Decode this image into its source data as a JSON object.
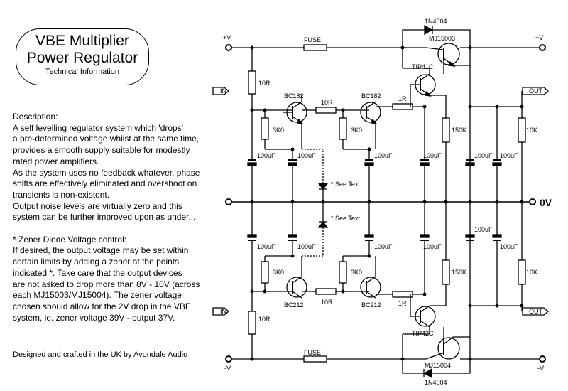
{
  "title": {
    "line1": "VBE Multiplier",
    "line2": "Power Regulator",
    "subtitle": "Technical Information"
  },
  "description": {
    "heading": "Description:",
    "lines": [
      "A self levelling regulator system which 'drops'",
      "a pre-determined voltage whilst at the same time,",
      "provides a smooth supply suitable for modestly",
      "rated power amplifiers.",
      "As the system uses no feedback whatever, phase",
      "shifts are effectively eliminated and overshoot on",
      "transients is non-existent.",
      "Output noise levels are virtually zero and this",
      "system can be further improved upon as under...",
      "",
      "* Zener Diode Voltage control:",
      "If desired, the output voltage may be set within",
      "certain limits by adding a zener at the points",
      "indicated *.  Take care that the output devices",
      "are not asked to drop more than 8V - 10V (across",
      "each MJ15003/MJ15004).  The zener voltage",
      "chosen should allow for the 2V drop in the VBE",
      "system, ie. zener voltage 39V - output 37V."
    ]
  },
  "credit": "Designed and crafted in the UK by Avondale Audio",
  "schematic": {
    "rails": {
      "pos_in": "+V",
      "pos_out": "+V",
      "neg_in": "-V",
      "neg_out": "-V",
      "zero": "0V"
    },
    "ports": {
      "in_top": "IN",
      "in_bottom": "IN",
      "out_top": "OUT",
      "out_bottom": "OUT"
    },
    "top": {
      "fuse": "FUSE",
      "diode": "1N4004",
      "r_in": "10R",
      "q1": "BC182",
      "q2": "BC182",
      "r_link": "10R",
      "r_base": "1R",
      "r_bias1": "3K0",
      "r_bias2": "3K0",
      "driver": "TIP41C",
      "output": "MJ15003",
      "r_150k": "150K",
      "r_10k": "10K",
      "caps": [
        "100uF",
        "100uF",
        "100uF",
        "100uF",
        "100uF",
        "100uF"
      ]
    },
    "bottom": {
      "fuse": "FUSE",
      "diode": "1N4004",
      "r_in": "10R",
      "q1": "BC212",
      "q2": "BC212",
      "r_link": "10R",
      "r_base": "1R",
      "r_bias1": "3K0",
      "r_bias2": "3K0",
      "driver": "TIP42C",
      "output": "MJ15004",
      "r_150k": "150K",
      "r_10k": "10K",
      "caps": [
        "100uF",
        "100uF",
        "100uF",
        "100uF",
        "100uF",
        "100uF"
      ]
    },
    "zener_note_top": "* See Text",
    "zener_note_bottom": "* See Text"
  }
}
